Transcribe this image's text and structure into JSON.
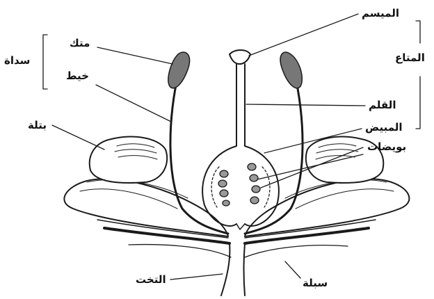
{
  "labels": {
    "stigma": "الميسم",
    "anther": "متك",
    "stamen": "سداة",
    "filament": "خيط",
    "pistil": "المتاع",
    "style": "القلم",
    "ovary": "المبيض",
    "ovules": "بويضات",
    "petal": "بتلة",
    "receptacle": "التخت",
    "sepal": "سبلة"
  },
  "colors": {
    "ink": "#1a1a1a",
    "stipple": "#555555",
    "background": "#ffffff"
  }
}
